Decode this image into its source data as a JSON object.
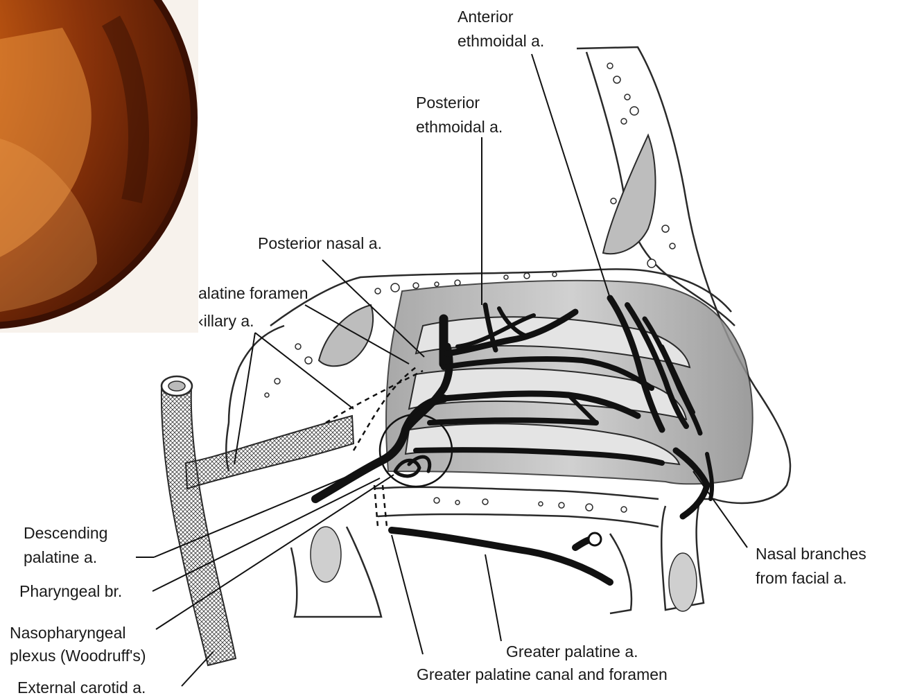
{
  "labels": {
    "anterior_ethmoidal_1": "Anterior",
    "anterior_ethmoidal_2": "ethmoidal a.",
    "posterior_ethmoidal_1": "Posterior",
    "posterior_ethmoidal_2": "ethmoidal a.",
    "posterior_nasal": "Posterior nasal a.",
    "palatine_foramen": "alatine foramen",
    "maxillary": "‹illary a.",
    "descending_palatine_1": "Descending",
    "descending_palatine_2": "palatine a.",
    "pharyngeal_br": "Pharyngeal br.",
    "nasopharyngeal_1": "Nasopharyngeal",
    "nasopharyngeal_2": "plexus (Woodruff's)",
    "external_carotid": "External carotid a.",
    "nasal_branches_1": "Nasal branches",
    "nasal_branches_2": "from facial a.",
    "greater_palatine": "Greater palatine a.",
    "greater_palatine_canal": "Greater palatine canal and foramen"
  },
  "colors": {
    "artery": "#111111",
    "bone_outline": "#2a2a2a",
    "cavity_shade": "#8a8a8a",
    "photo_dark": "#5a1e05",
    "photo_mid": "#c4590f",
    "photo_light": "#f2b880"
  }
}
